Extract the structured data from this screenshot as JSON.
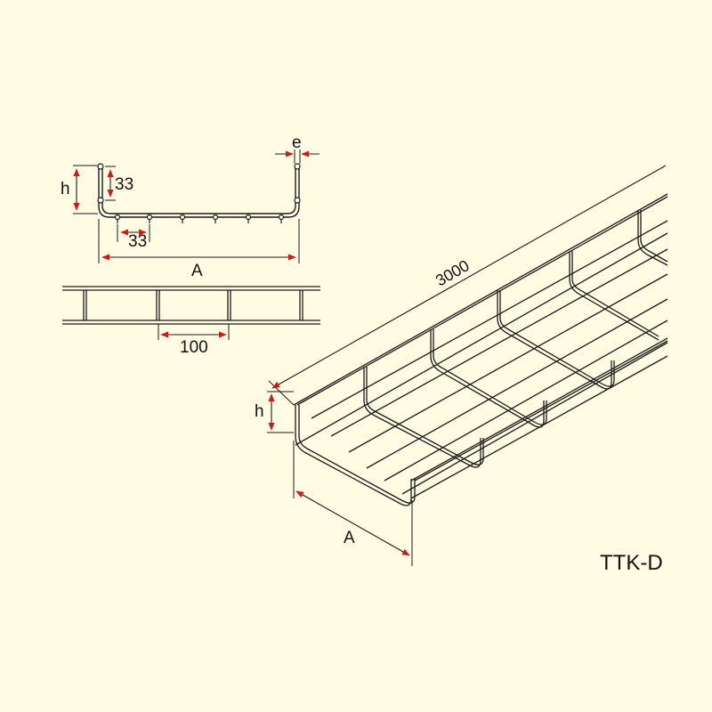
{
  "colors": {
    "background": "#FFFCE3",
    "wire": "#1a1a1a",
    "arrow": "#D01A1A"
  },
  "section_view": {
    "label_h": "h",
    "label_33_vertical": "33",
    "label_33_horizontal": "33",
    "label_e": "e",
    "label_A": "A"
  },
  "plan_view": {
    "label_100": "100"
  },
  "iso_view": {
    "label_length": "3000",
    "label_h": "h",
    "label_A": "A"
  },
  "product_code": "TTK-D"
}
